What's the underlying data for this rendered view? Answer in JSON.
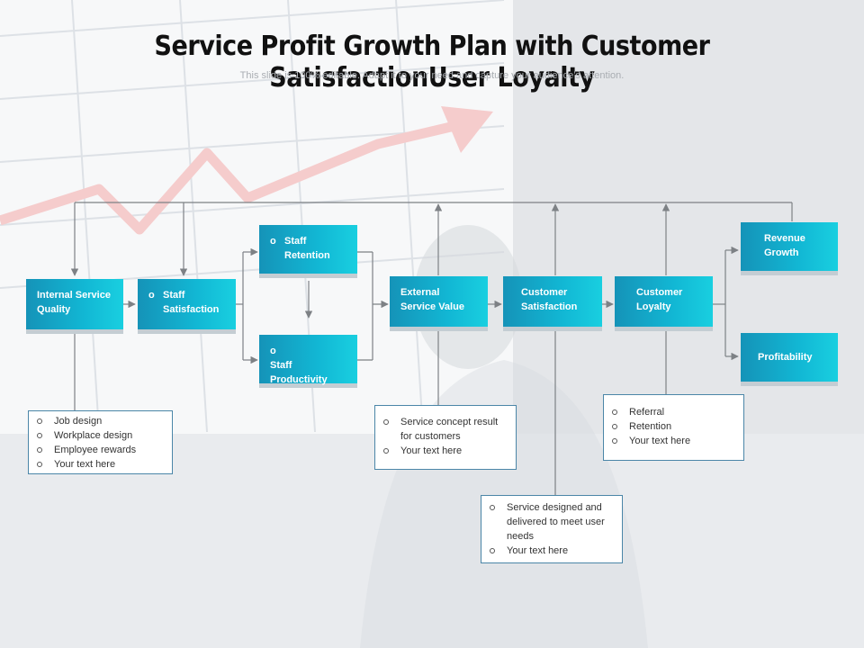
{
  "title": "Service Profit Growth Plan with Customer SatisfactionUser Loyalty",
  "subtitle": "This slide is 100% editable. Adapt it to your need and capture your audience’s attention.",
  "boxes": {
    "internal_service_quality": "Internal Service Quality",
    "staff_satisfaction": "Staff Satisfaction",
    "staff_retention": "Staff Retention",
    "staff_productivity": "Staff Productivity",
    "external_service_value": "External Service Value",
    "customer_satisfaction": "Customer Satisfaction",
    "customer_loyalty": "Customer Loyalty",
    "revenue_growth": "Revenue Growth",
    "profitability": "Profitability"
  },
  "bullet_glyph": "o",
  "notes": {
    "internal": [
      "Job design",
      "Workplace design",
      "Employee rewards",
      "Your text here"
    ],
    "external": [
      "Service concept result for customers",
      "Your text here"
    ],
    "satisfaction": [
      "Service designed and delivered to meet user needs",
      "Your text here"
    ],
    "loyalty": [
      "Referral",
      "Retention",
      "Your text here"
    ]
  },
  "colors": {
    "box_start": "#1593b8",
    "box_end": "#19cfe0",
    "connector": "#7d8185",
    "note_border": "#4b86a8",
    "background_arrow": "#f3c6c6"
  }
}
